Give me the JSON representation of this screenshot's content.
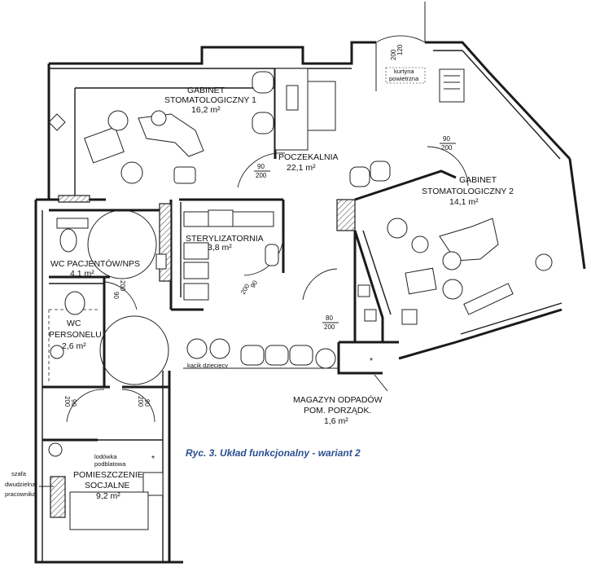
{
  "caption": "Ryc. 3. Układ funkcjonalny - wariant 2",
  "rooms": {
    "gabinet1_name": "GABINET",
    "gabinet1_name2": "STOMATOLOGICZNY 1",
    "gabinet1_area": "16,2 m²",
    "poczekalnia_name": "POCZEKALNIA",
    "poczekalnia_area": "22,1 m²",
    "gabinet2_name": "GABINET",
    "gabinet2_name2": "STOMATOLOGICZNY 2",
    "gabinet2_area": "14,1 m²",
    "sterylizatornia_name": "STERYLIZATORNIA",
    "sterylizatornia_area": "3,8 m²",
    "wc_pacjentow_name": "WC PACJENTÓW/NPS",
    "wc_pacjentow_area": "4,1 m²",
    "wc_personelu_name": "WC",
    "wc_personelu_name2": "PERSONELU",
    "wc_personelu_area": "2,6 m²",
    "magazyn_name": "MAGAZYN ODPADÓW",
    "magazyn_name2": "POM. PORZĄDK.",
    "magazyn_area": "1,6 m²",
    "socjalne_name": "POMIESZCZENIE",
    "socjalne_name2": "SOCJALNE",
    "socjalne_area": "9,2 m²"
  },
  "annotations": {
    "kurtyna_1": "kurtyna",
    "kurtyna_2": "powietrzna",
    "kacik": "kącik dziecięcy",
    "lodowka_1": "lodówka",
    "lodowka_2": "podblatowa",
    "szafa_1": "szafa",
    "szafa_2": "dwudzielna",
    "szafa_3": "pracownika",
    "star": "*"
  },
  "dimensions": {
    "d_entry_a": "120",
    "d_entry_b": "200",
    "d_gab1_a": "90",
    "d_gab1_b": "200",
    "d_gab2_a": "90",
    "d_gab2_b": "200",
    "d_ster_a": "90",
    "d_ster_b": "200",
    "d_wcp_a": "90",
    "d_wcp_b": "200",
    "d_mag_a": "80",
    "d_mag_b": "200",
    "d_wcper_a": "90",
    "d_wcper_b": "200",
    "d_soc_a": "90",
    "d_soc_b": "200"
  }
}
